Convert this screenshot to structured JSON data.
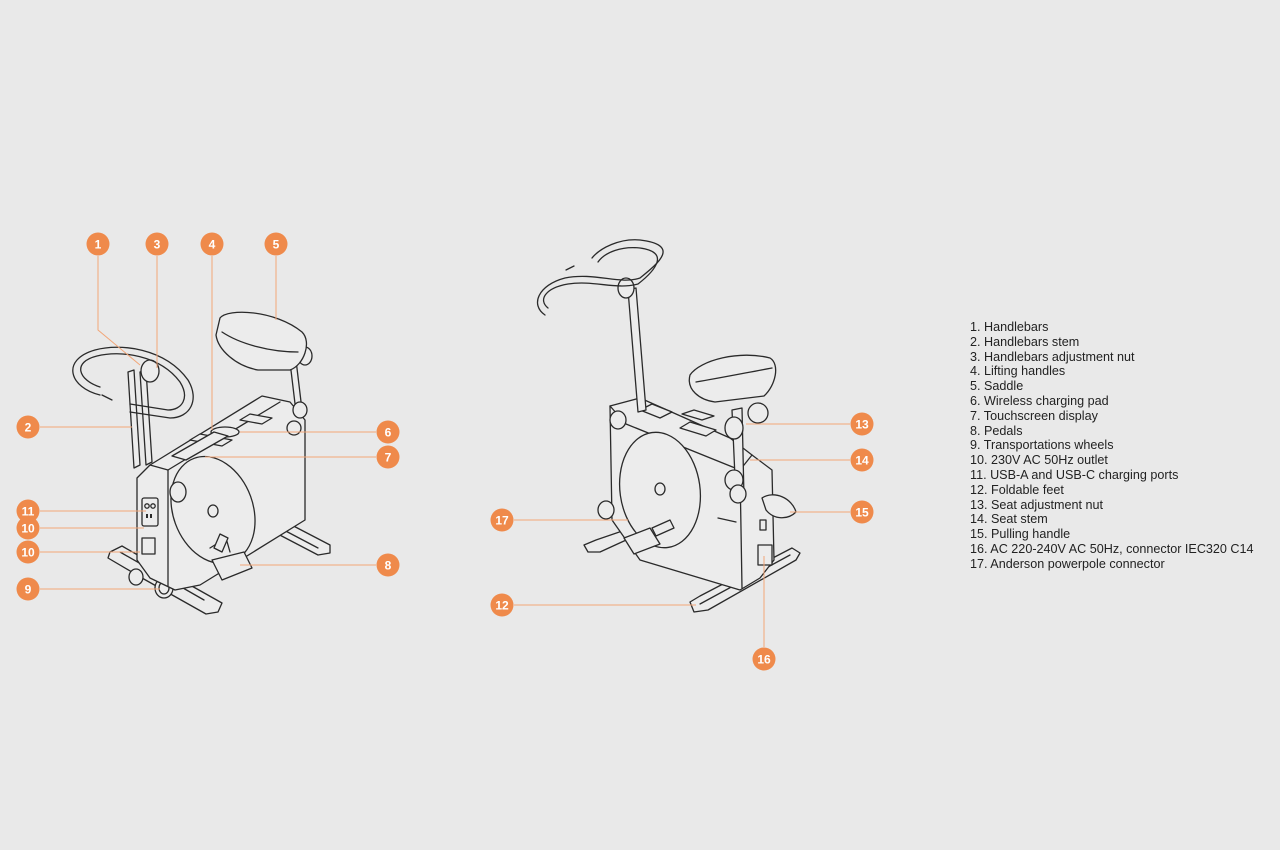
{
  "legend": [
    "1. Handlebars",
    "2. Handlebars stem",
    "3. Handlebars adjustment nut",
    "4. Lifting handles",
    "5. Saddle",
    "6. Wireless charging pad",
    "7. Touchscreen display",
    "8. Pedals",
    "9. Transportations wheels",
    "10. 230V AC 50Hz outlet",
    "11. USB-A and USB-C charging ports",
    "12. Foldable feet",
    "13. Seat adjustment nut",
    "14. Seat stem",
    "15. Pulling handle",
    "16. AC 220-240V AC 50Hz, connector IEC320 C14",
    "17. Anderson powerpole connector"
  ],
  "callouts": {
    "c1": "1",
    "c2": "2",
    "c3": "3",
    "c4": "4",
    "c5": "5",
    "c6": "6",
    "c7": "7",
    "c8": "8",
    "c9": "9",
    "c10a": "10",
    "c10b": "10",
    "c11": "11",
    "c12": "12",
    "c13": "13",
    "c14": "14",
    "c15": "15",
    "c16": "16",
    "c17": "17"
  },
  "colors": {
    "background": "#e9e9e9",
    "callout": "#ef8a4b",
    "leader_line": "#f2a678",
    "line_art": "#2a2a2a"
  }
}
